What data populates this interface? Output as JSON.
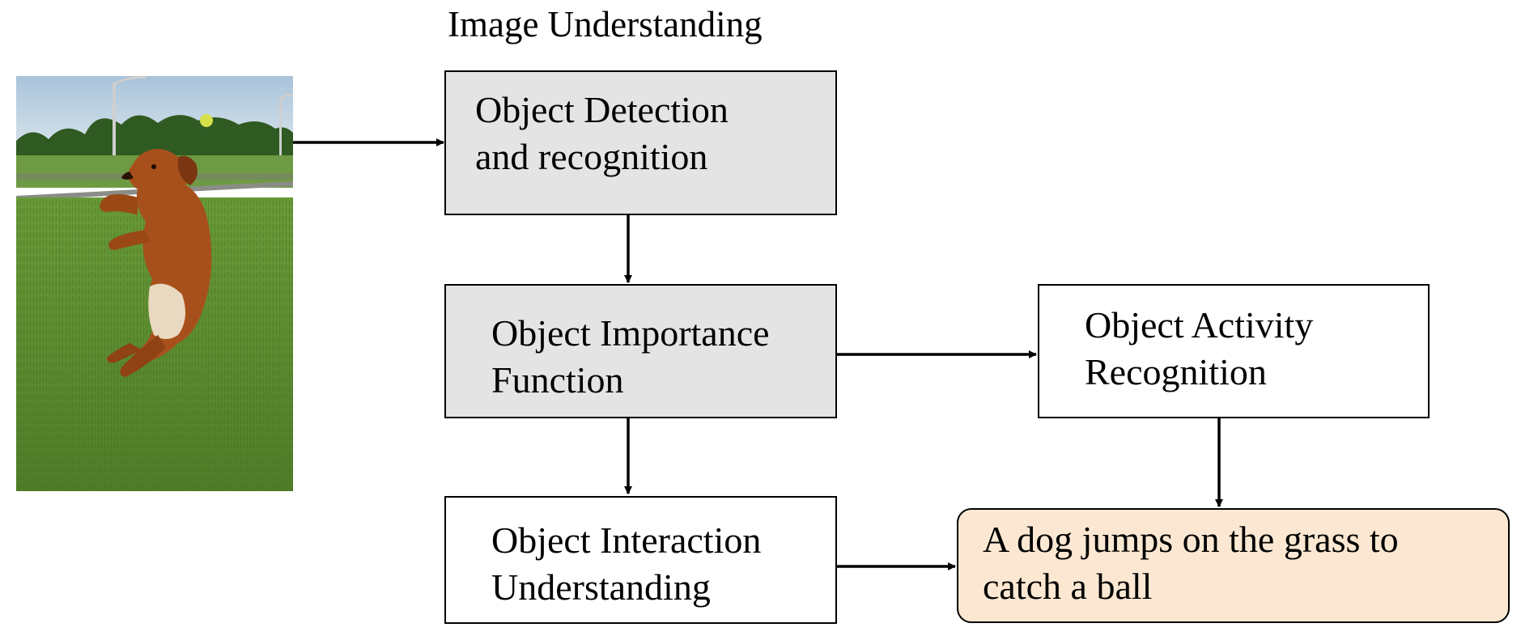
{
  "title": "Image Understanding",
  "photo": {
    "description_icon": "dog-jumping-photo",
    "colors": {
      "sky": "#b9cfe0",
      "grass": "#5e8d2f",
      "dog": "#a8501b"
    }
  },
  "boxes": {
    "detect": "Object Detection\nand recognition",
    "importance": "Object Importance\nFunction",
    "activity": "Object Activity\nRecognition",
    "interaction": "Object Interaction\nUnderstanding",
    "caption": "A dog jumps on the grass to\ncatch a ball"
  },
  "colors": {
    "grey_box": "#e4e4e4",
    "output_box": "#fce8d2",
    "line": "#000000"
  }
}
